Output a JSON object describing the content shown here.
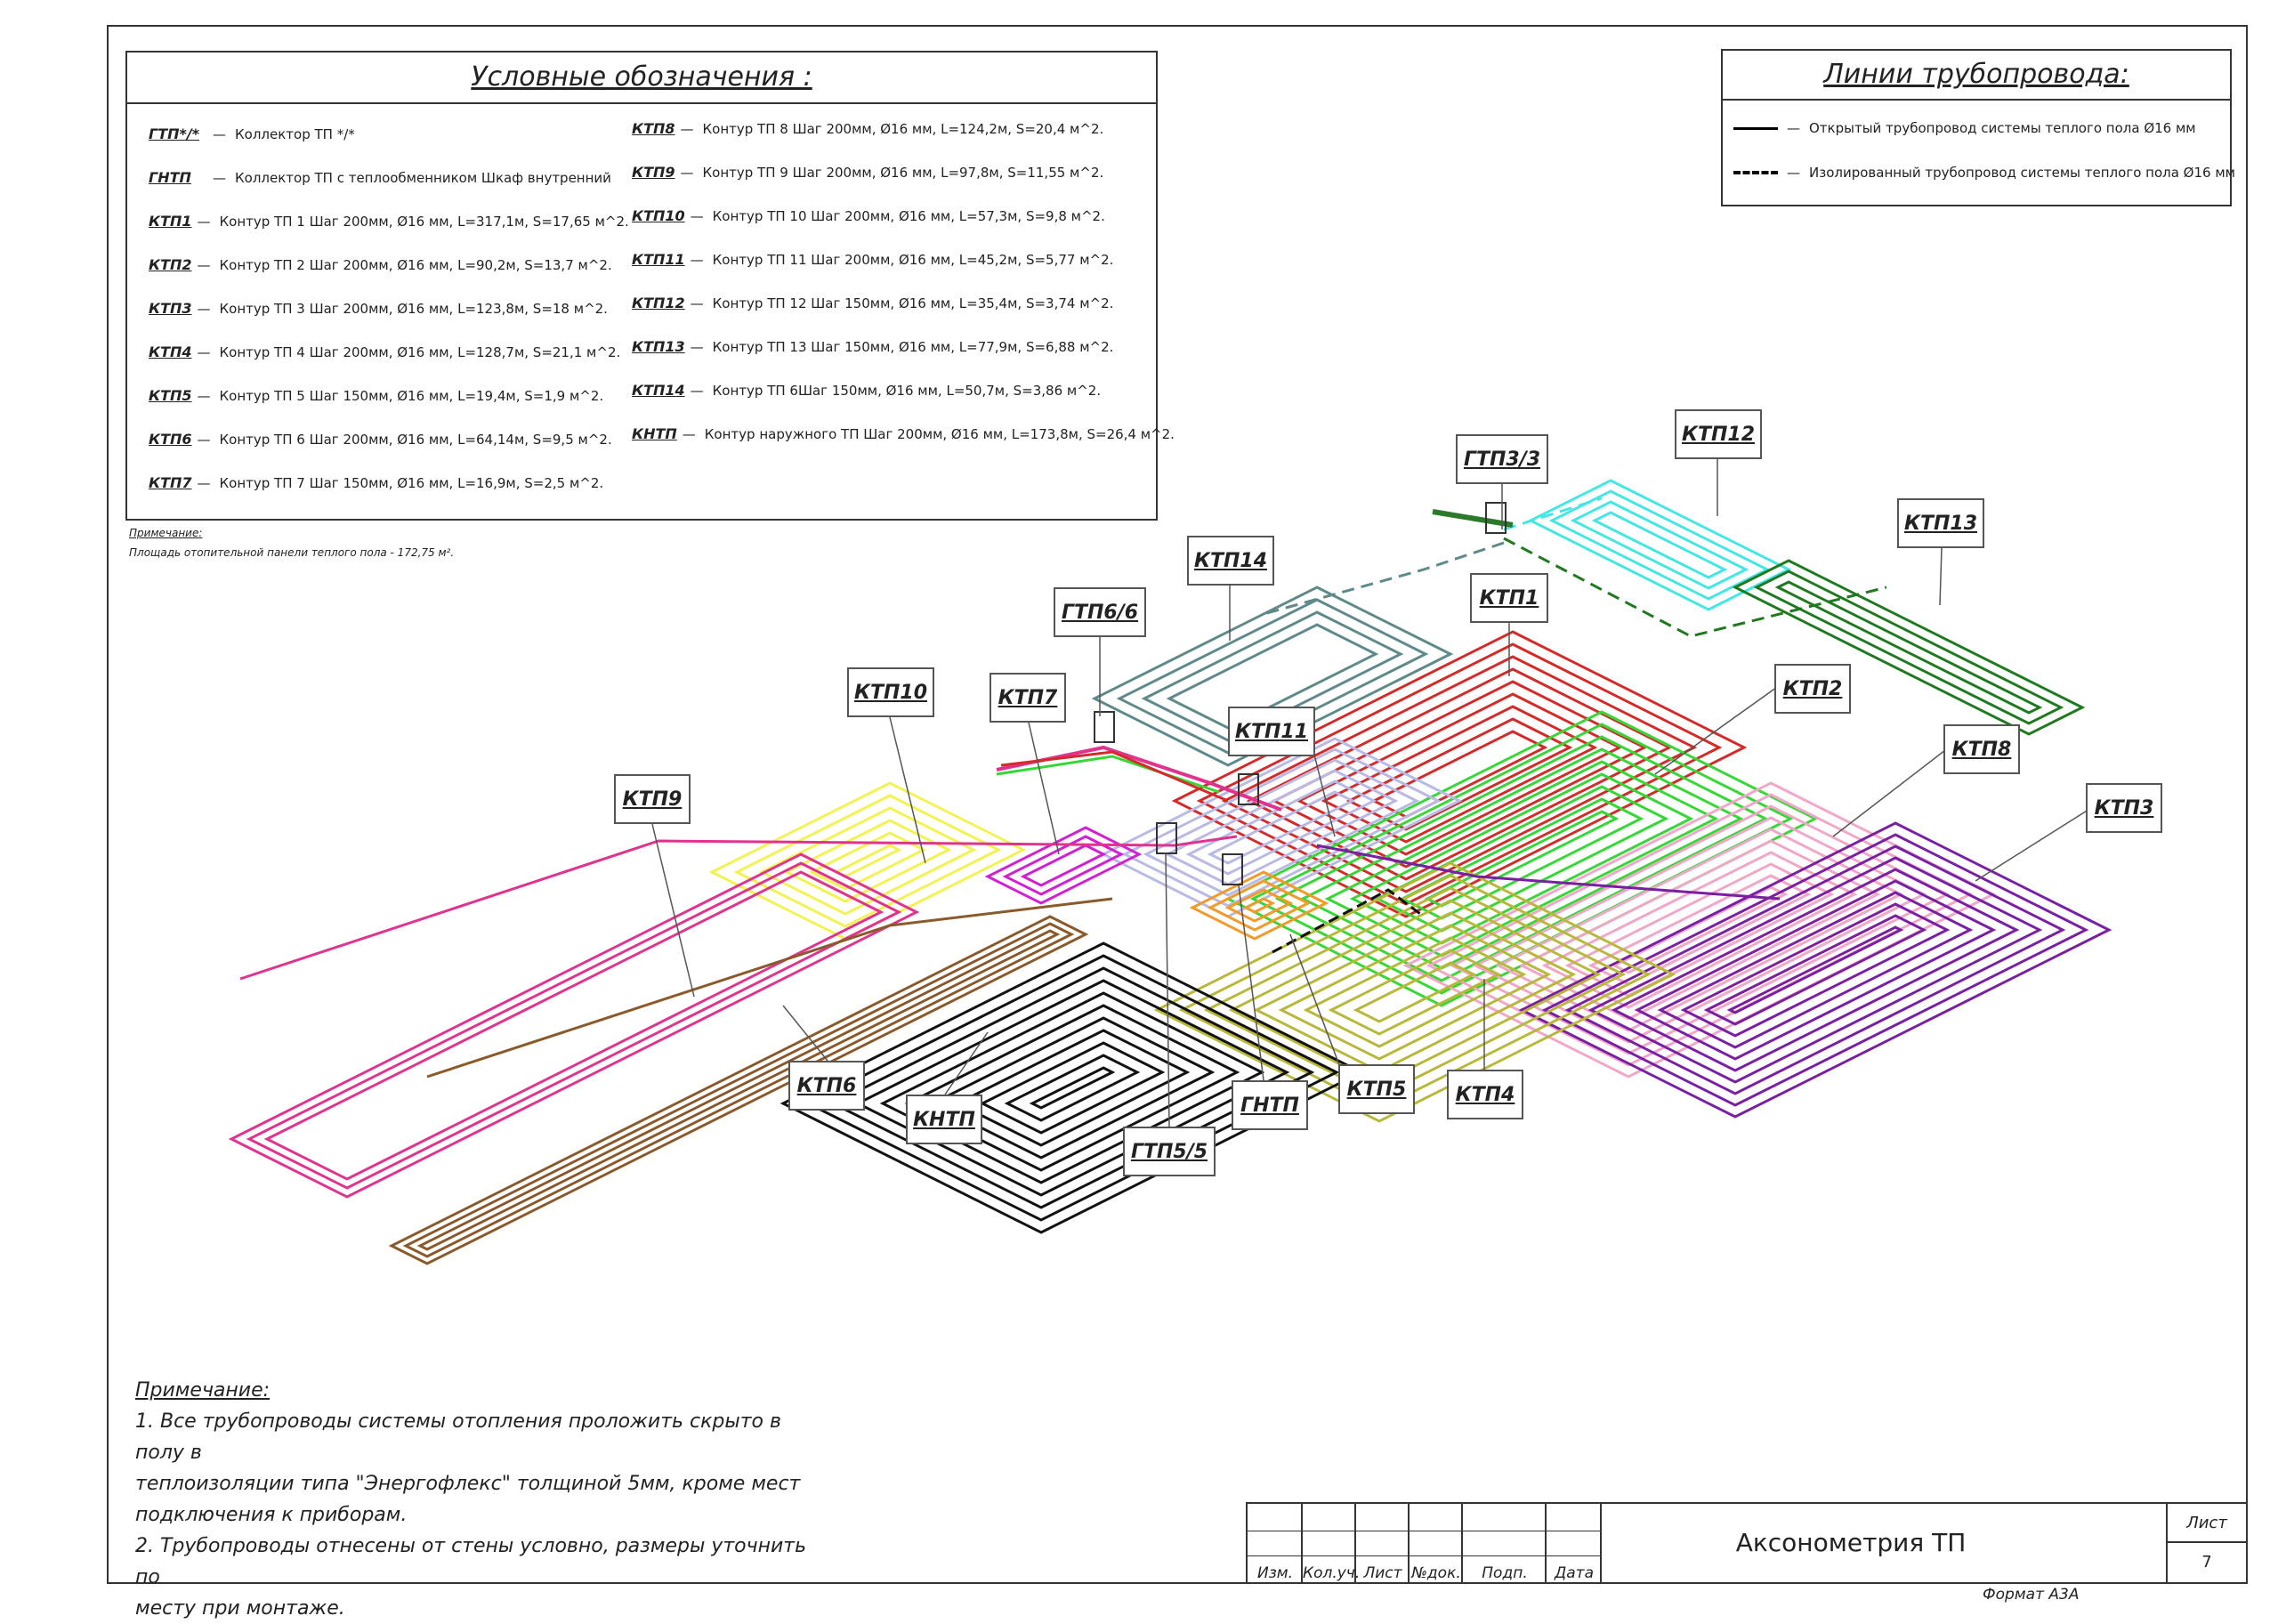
{
  "legend": {
    "title": "Условные обозначения :",
    "items": [
      {
        "code": "ГТП*/*",
        "text": "Коллектор ТП */*"
      },
      {
        "code": "ГНТП",
        "text": "Коллектор ТП с теплообменником Шкаф внутренний"
      },
      {
        "code": "КТП1",
        "text": "Контур ТП 1 Шаг 200мм, Ø16 мм, L=317,1м, S=17,65 м^2."
      },
      {
        "code": "КТП2",
        "text": "Контур ТП 2 Шаг 200мм, Ø16 мм, L=90,2м, S=13,7 м^2."
      },
      {
        "code": "КТП3",
        "text": "Контур ТП 3 Шаг 200мм, Ø16 мм, L=123,8м, S=18 м^2."
      },
      {
        "code": "КТП4",
        "text": "Контур ТП 4 Шаг 200мм, Ø16 мм, L=128,7м, S=21,1 м^2."
      },
      {
        "code": "КТП5",
        "text": "Контур ТП 5 Шаг 150мм, Ø16 мм, L=19,4м, S=1,9 м^2."
      },
      {
        "code": "КТП6",
        "text": "Контур ТП 6 Шаг 200мм, Ø16 мм, L=64,14м, S=9,5 м^2."
      },
      {
        "code": "КТП7",
        "text": "Контур ТП 7 Шаг 150мм, Ø16 мм, L=16,9м, S=2,5 м^2."
      },
      {
        "code": "КТП8",
        "text": "Контур ТП 8 Шаг 200мм, Ø16 мм, L=124,2м, S=20,4 м^2."
      },
      {
        "code": "КТП9",
        "text": "Контур ТП 9 Шаг 200мм, Ø16 мм, L=97,8м, S=11,55 м^2."
      },
      {
        "code": "КТП10",
        "text": "Контур ТП 10 Шаг 200мм, Ø16 мм, L=57,3м, S=9,8 м^2."
      },
      {
        "code": "КТП11",
        "text": "Контур ТП 11 Шаг 200мм, Ø16 мм, L=45,2м, S=5,77 м^2."
      },
      {
        "code": "КТП12",
        "text": "Контур ТП 12 Шаг 150мм, Ø16 мм, L=35,4м, S=3,74 м^2."
      },
      {
        "code": "КТП13",
        "text": "Контур ТП 13 Шаг 150мм, Ø16 мм, L=77,9м, S=6,88 м^2."
      },
      {
        "code": "КТП14",
        "text": "Контур ТП 6Шаг 150мм, Ø16 мм, L=50,7м, S=3,86 м^2."
      },
      {
        "code": "КНТП",
        "text": "Контур наружного ТП Шаг 200мм, Ø16 мм, L=173,8м, S=26,4 м^2."
      }
    ]
  },
  "pipe_lines": {
    "title": "Линии трубопровода:",
    "open": "Открытый трубопровод системы теплого пола Ø16 мм",
    "insulated": "Изолированный трубопровод системы теплого пола Ø16 мм"
  },
  "small_note": {
    "head": "Примечание:",
    "text": "Площадь отопительной панели теплого пола - 172,75 м²."
  },
  "notes": {
    "head": "Примечание:",
    "line1": "1. Все трубопроводы системы отопления проложить скрыто в полу в",
    "line2": "теплоизоляции типа \"Энергофлекс\" толщиной 5мм, кроме мест",
    "line3": "подключения к приборам.",
    "line4": "2. Трубопроводы отнесены от стены условно, размеры уточнить по",
    "line5": "месту при монтаже."
  },
  "callouts": {
    "gtp33": "ГТП3/3",
    "ktp12": "КТП12",
    "ktp13": "КТП13",
    "ktp14": "КТП14",
    "ktp1": "КТП1",
    "gtp66": "ГТП6/6",
    "ktp2": "КТП2",
    "ktp8": "КТП8",
    "ktp3": "КТП3",
    "ktp7": "КТП7",
    "ktp10": "КТП10",
    "ktp11": "КТП11",
    "ktp9": "КТП9",
    "ktp6": "КТП6",
    "kntp": "КНТП",
    "gtp55": "ГТП5/5",
    "gntp": "ГНТП",
    "ktp5": "КТП5",
    "ktp4": "КТП4"
  },
  "stamp": {
    "cols": [
      "Изм.",
      "Кол.уч.",
      "Лист",
      "№док.",
      "Подп.",
      "Дата"
    ],
    "title": "Аксонометрия ТП",
    "sheet_label": "Лист",
    "sheet_number": "7"
  },
  "format": "Формат А3А",
  "colors": {
    "ktp1": "#d42a2a",
    "ktp2": "#35d835",
    "ktp3": "#7a1fa2",
    "ktp4": "#b8b83a",
    "ktp5": "#f39a28",
    "ktp6": "#8a5a2b",
    "ktp7": "#d21fd2",
    "ktp8": "#f2a6c8",
    "ktp9": "#e0338e",
    "ktp10": "#f2f250",
    "ktp11": "#b9b9e6",
    "ktp12": "#46e6e6",
    "ktp13": "#1f7a1f",
    "ktp14": "#5f8a8a",
    "kntp": "#111111",
    "gtp33": "#2a7a2a"
  }
}
